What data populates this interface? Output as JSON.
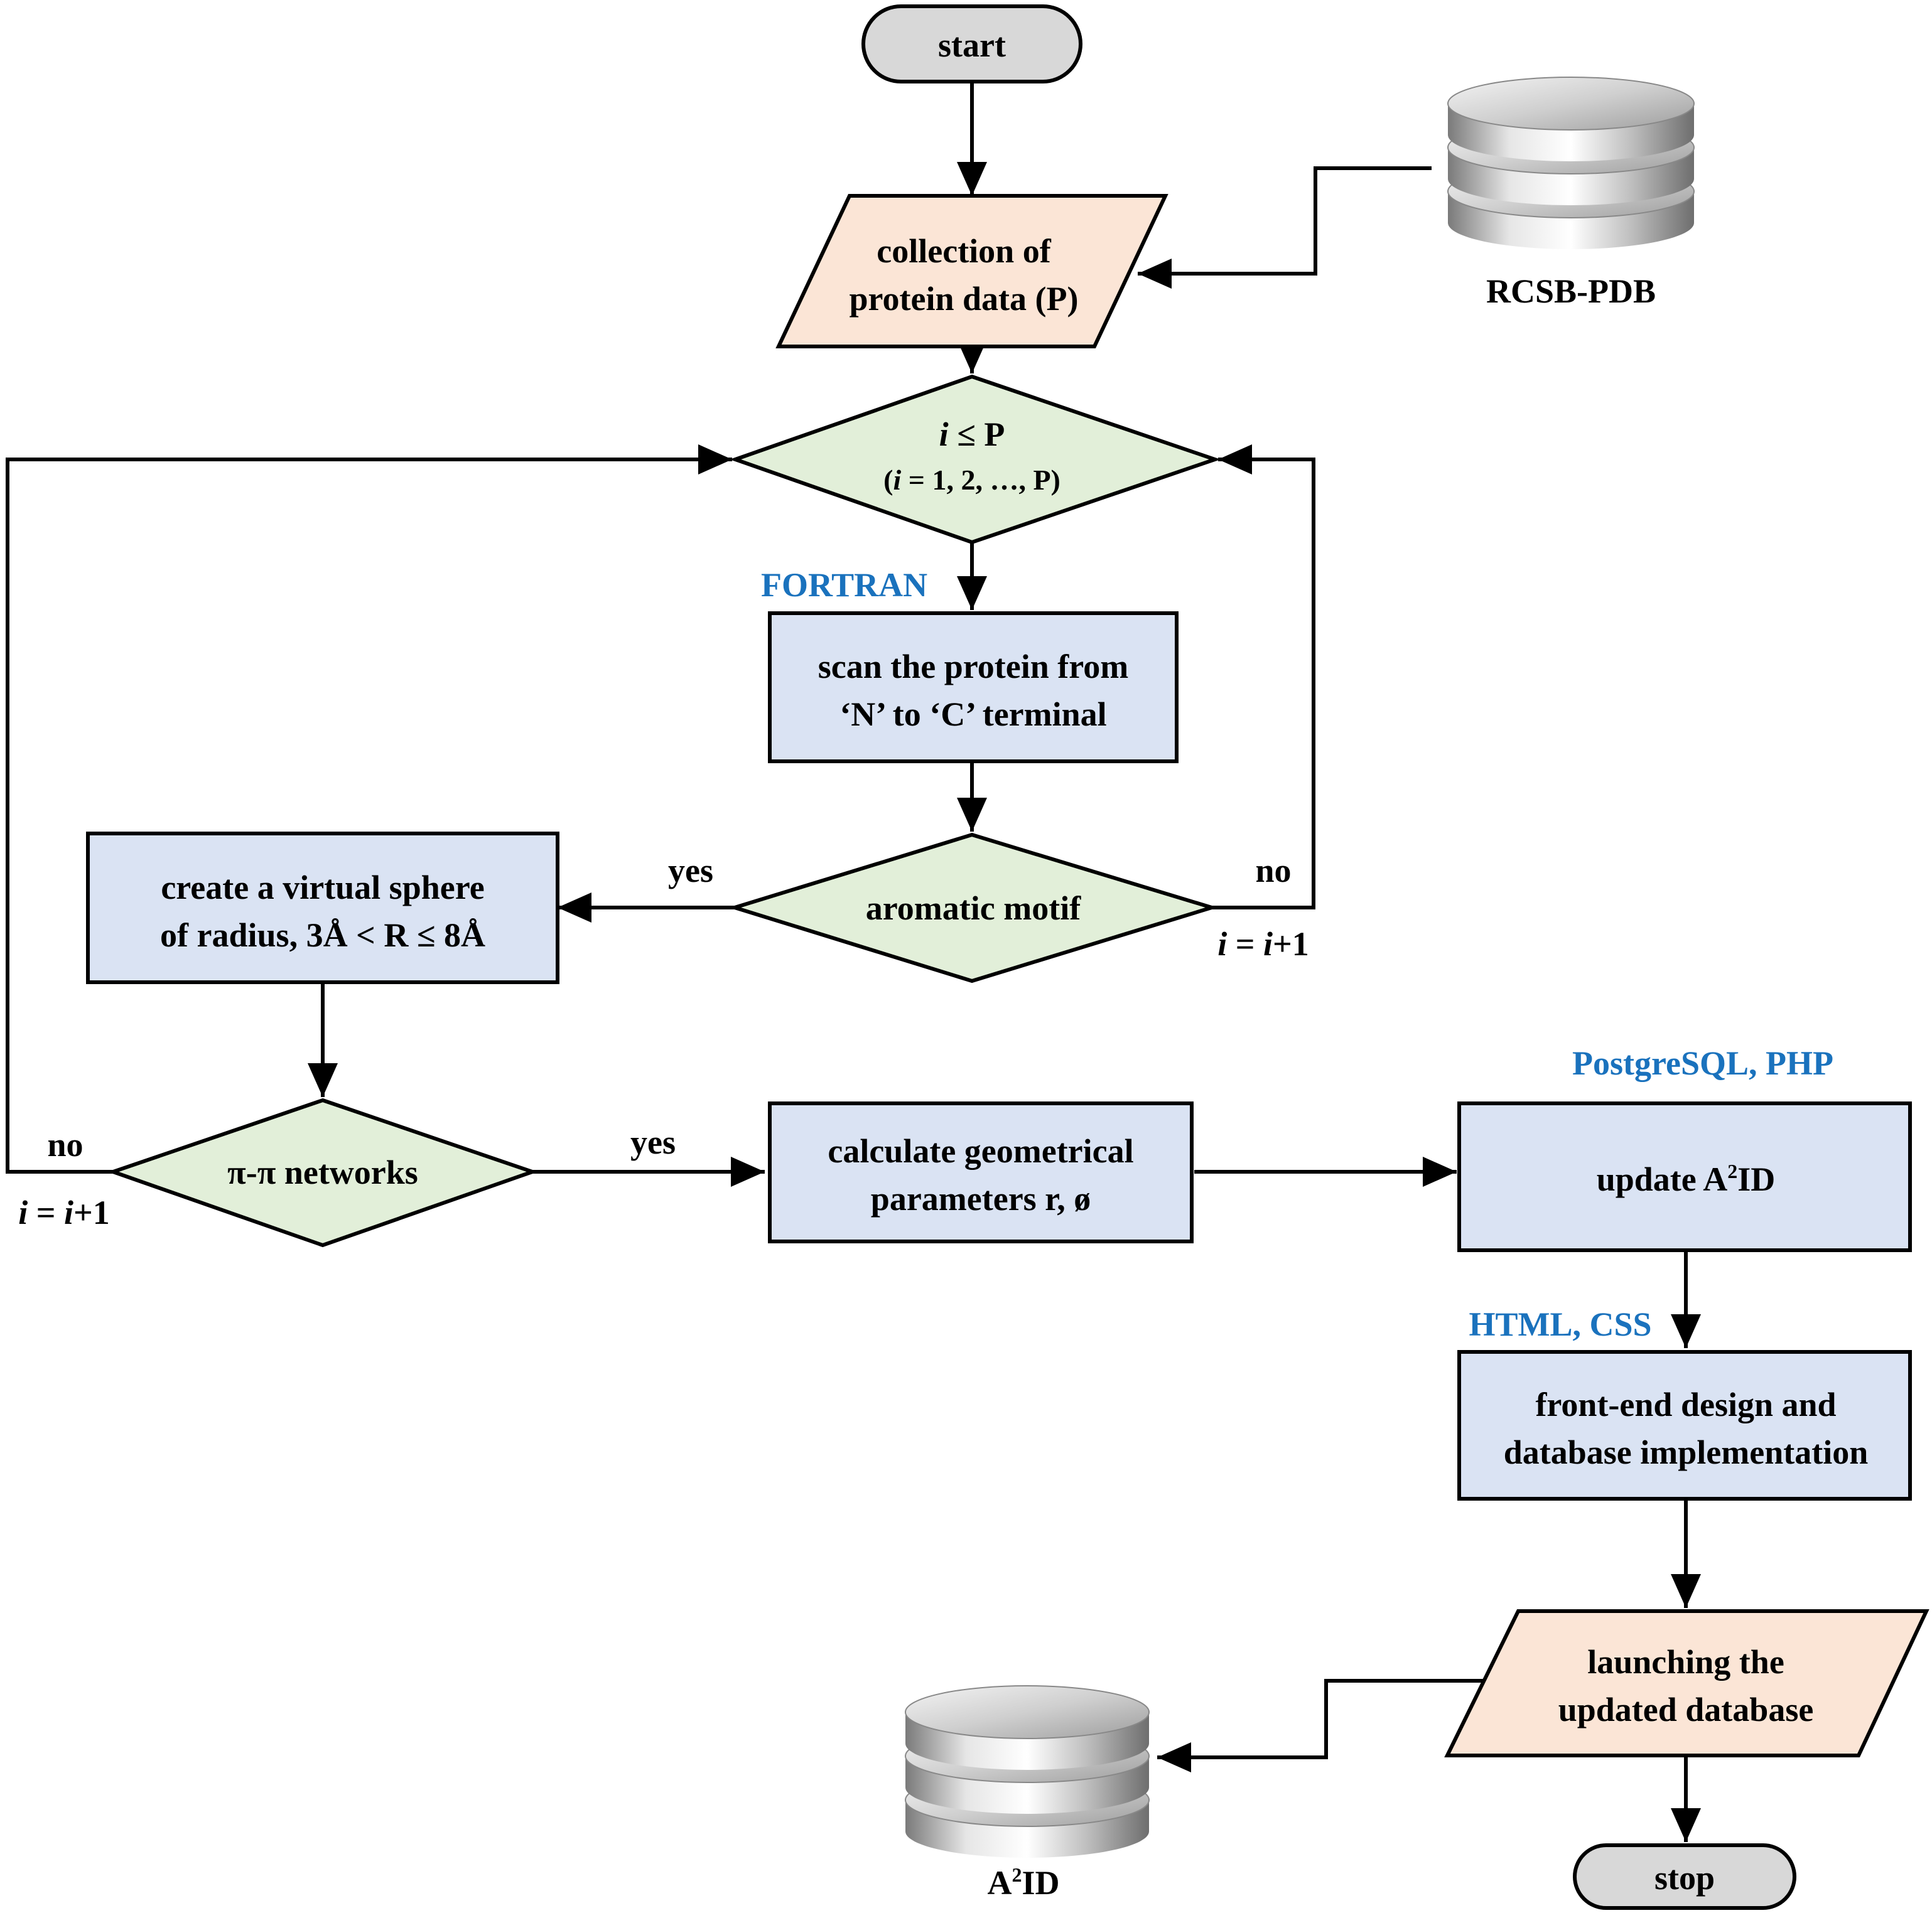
{
  "colors": {
    "terminal_fill": "#d8d8d8",
    "io_fill": "#fbe5d6",
    "decision_fill": "#e2efd9",
    "process_fill": "#dae3f3",
    "stroke": "#000000",
    "tech_label": "#1a72bd"
  },
  "nodes": {
    "start": {
      "label": "start"
    },
    "collection": {
      "line1": "collection of",
      "line2": "protein data (P)"
    },
    "rcsb": {
      "label": "RCSB-PDB",
      "icon": "database-icon"
    },
    "loop": {
      "i_var": "i",
      "line1_rest": " ≤ P",
      "line2_pre": "(",
      "line2_i": "i",
      "line2_rest": " = 1, 2, …, P)"
    },
    "fortran": {
      "label": "FORTRAN"
    },
    "scan": {
      "line1": "scan the protein from",
      "line2": "‘N’ to ‘C’ terminal"
    },
    "aromatic": {
      "label": "aromatic motif"
    },
    "sphere": {
      "line1": "create a virtual sphere",
      "line2": "of radius, 3Å < R ≤ 8Å"
    },
    "pipi": {
      "label": "π-π networks"
    },
    "calc": {
      "line1": "calculate geometrical",
      "line2": "parameters r, ø"
    },
    "pg": {
      "label": "PostgreSQL, PHP"
    },
    "update": {
      "prefix": "update A",
      "sup": "2",
      "suffix": "ID"
    },
    "htmlcss": {
      "label": "HTML, CSS"
    },
    "frontend": {
      "line1": "front-end design and",
      "line2": "database implementation"
    },
    "launch": {
      "line1": "launching the",
      "line2": "updated database"
    },
    "a2id": {
      "prefix": "A",
      "sup": "2",
      "suffix": "ID",
      "icon": "database-icon"
    },
    "stop": {
      "label": "stop"
    }
  },
  "edge_labels": {
    "yes_left": "yes",
    "no_right": "no",
    "incr_right": {
      "i1": "i",
      "mid": " = ",
      "i2": "i",
      "end": "+1"
    },
    "no_left": "no",
    "incr_left": {
      "i1": "i",
      "mid": " = ",
      "i2": "i",
      "end": "+1"
    },
    "yes_bottom": "yes"
  }
}
